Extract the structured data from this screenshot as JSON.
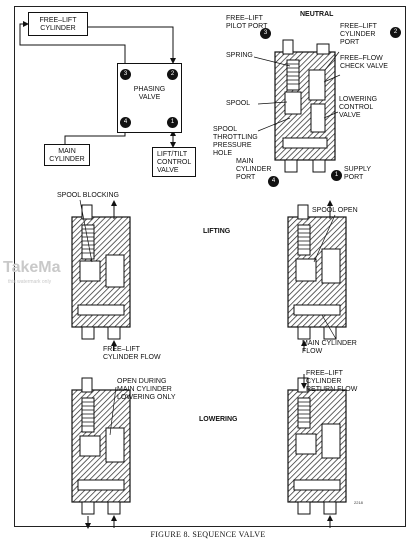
{
  "caption": "FIGURE 8. SEQUENCE VALVE",
  "watermark": {
    "main": "TakeMa",
    "sub": "this watermark only"
  },
  "schematic": {
    "free_lift_cylinder": "FREE–LIFT\nCYLINDER",
    "phasing_valve": "PHASING\nVALVE",
    "main_cylinder": "MAIN\nCYLINDER",
    "lift_tilt_valve": "LIFT/TILT\nCONTROL\nVALVE",
    "ports": [
      "3",
      "2",
      "4",
      "1"
    ]
  },
  "neutral": {
    "title": "NEUTRAL",
    "labels": {
      "pilot_port": "FREE–LIFT\nPILOT PORT",
      "cylinder_port": "FREE–LIFT\nCYLINDER\nPORT",
      "spring": "SPRING",
      "check_valve": "FREE–FLOW\nCHECK VALVE",
      "spool": "SPOOL",
      "lowering_valve": "LOWERING\nCONTROL\nVALVE",
      "throttling": "SPOOL\nTHROTTLING\nPRESSURE\nHOLE",
      "main_port": "MAIN\nCYLINDER\nPORT",
      "supply_port": "SUPPLY\nPORT"
    },
    "port_numbers": {
      "pilot": "3",
      "cylinder": "2",
      "main": "4",
      "supply": "1"
    }
  },
  "lifting": {
    "title": "LIFTING",
    "spool_blocking": "SPOOL BLOCKING",
    "free_lift_flow": "FREE–LIFT\nCYLINDER FLOW",
    "spool_open": "SPOOL OPEN",
    "main_flow": "MAIN CYLINDER\nFLOW"
  },
  "lowering": {
    "title": "LOWERING",
    "open_during": "OPEN DURING\nMAIN CYLINDER\nLOWERING ONLY",
    "return_flow": "FREE–LIFT\nCYLINDER\nRETURN FLOW"
  },
  "page_code": "2218"
}
